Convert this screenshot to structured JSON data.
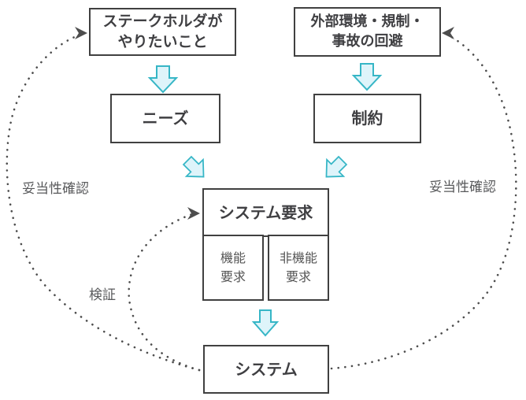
{
  "diagram": {
    "title_hint": "requirements-validation-verification-flow",
    "boxes": {
      "stakeholder": {
        "line1": "ステークホルダが",
        "line2": "やりたいこと"
      },
      "external": {
        "line1": "外部環境・規制・",
        "line2": "事故の回避"
      },
      "needs": {
        "label": "ニーズ"
      },
      "constraints": {
        "label": "制約"
      },
      "system_requirements": {
        "label": "システム要求"
      },
      "functional": {
        "line1": "機能",
        "line2": "要求"
      },
      "non_functional": {
        "line1": "非機能",
        "line2": "要求"
      },
      "system": {
        "label": "システム"
      }
    },
    "labels": {
      "validation_left": "妥当性確認",
      "validation_right": "妥当性確認",
      "verification": "検証"
    },
    "colors": {
      "box_border": "#404040",
      "box_text": "#3f3f42",
      "label_text": "#58595b",
      "dot": "#4d4d4d",
      "arrow_stroke": "#36b6c6",
      "arrow_fill": "#def4fa",
      "bg": "#ffffff"
    }
  }
}
